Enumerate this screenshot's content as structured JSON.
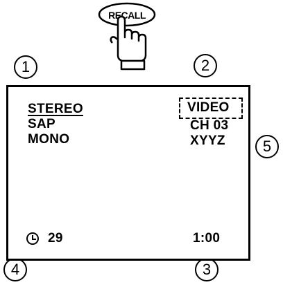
{
  "remote": {
    "button_label": "RECALL",
    "icon": "hand-pressing-icon"
  },
  "callouts": [
    "1",
    "2",
    "3",
    "4",
    "5"
  ],
  "screen": {
    "audio_modes": [
      "STEREO",
      "SAP",
      "MONO"
    ],
    "selected_audio_mode": "STEREO",
    "input_label": "VIDEO",
    "channel": "CH 03",
    "station_id": "XYYZ",
    "sleep_timer": "29",
    "sleep_icon": "clock-icon",
    "time": "1:00"
  }
}
